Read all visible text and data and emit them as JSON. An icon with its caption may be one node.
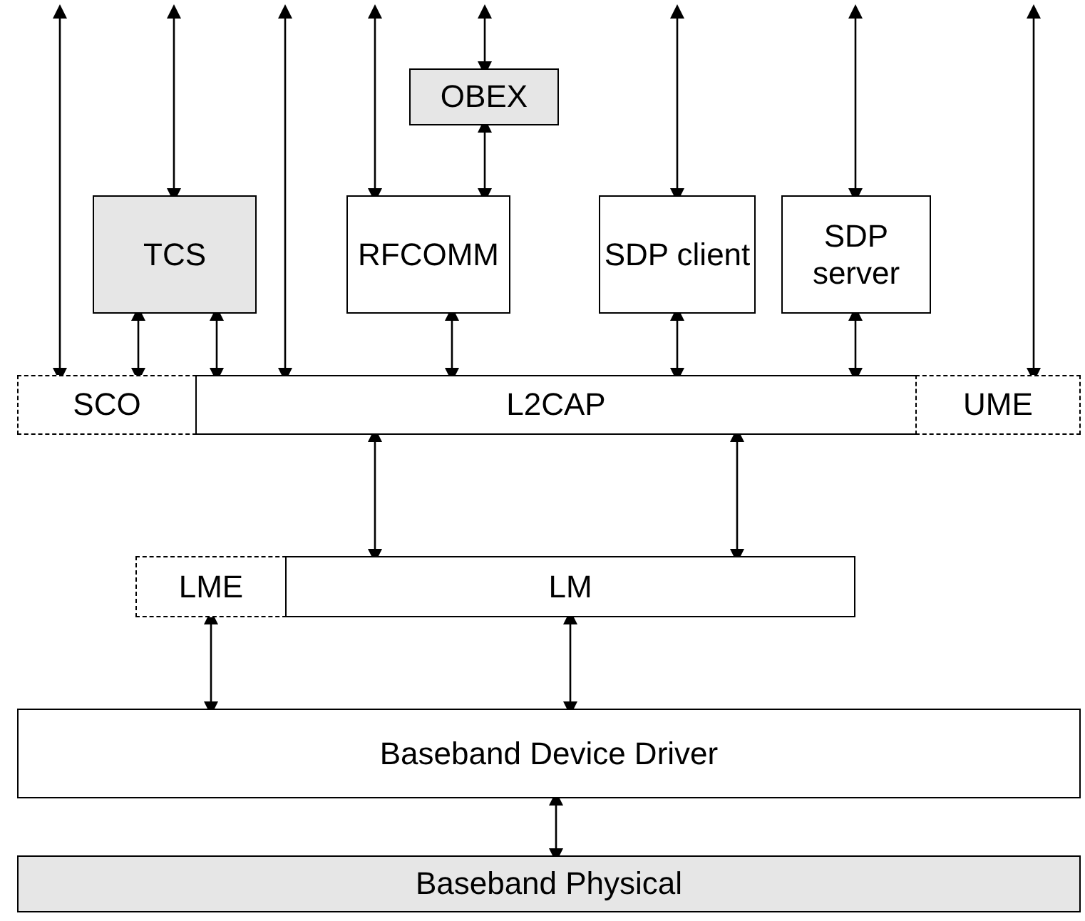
{
  "diagram": {
    "nodes": [
      {
        "text": [
          "OBEX"
        ]
      },
      {
        "text": [
          "TCS"
        ]
      },
      {
        "text": [
          "RFCOMM"
        ]
      },
      {
        "text": [
          "SDP client"
        ]
      },
      {
        "text": [
          "SDP server"
        ]
      },
      {
        "text": [
          "SCO"
        ]
      },
      {
        "text": [
          "L2CAP"
        ]
      },
      {
        "text": [
          "UME"
        ]
      },
      {
        "text": [
          "LME"
        ]
      },
      {
        "text": [
          "LM"
        ]
      },
      {
        "text": [
          "Baseband Device Driver"
        ]
      },
      {
        "text": [
          "Baseband Physical"
        ]
      }
    ],
    "edges": [
      {
        "from": null,
        "to": 5,
        "arrow": "both"
      },
      {
        "from": null,
        "to": 1,
        "arrow": "both"
      },
      {
        "from": 1,
        "to": 5,
        "arrow": "both"
      },
      {
        "from": 1,
        "to": 6,
        "arrow": "both"
      },
      {
        "from": null,
        "to": 6,
        "arrow": "both"
      },
      {
        "from": null,
        "to": 2,
        "arrow": "both"
      },
      {
        "from": null,
        "to": 0,
        "arrow": "both"
      },
      {
        "from": 0,
        "to": 2,
        "arrow": "both"
      },
      {
        "from": 2,
        "to": 6,
        "arrow": "both"
      },
      {
        "from": null,
        "to": 3,
        "arrow": "both"
      },
      {
        "from": 3,
        "to": 6,
        "arrow": "both"
      },
      {
        "from": null,
        "to": 4,
        "arrow": "both"
      },
      {
        "from": 4,
        "to": 6,
        "arrow": "both"
      },
      {
        "from": null,
        "to": 7,
        "arrow": "both"
      },
      {
        "from": 6,
        "to": 9,
        "arrow": "both"
      },
      {
        "from": 6,
        "to": 9,
        "arrow": "both"
      },
      {
        "from": 8,
        "to": 10,
        "arrow": "both"
      },
      {
        "from": 9,
        "to": 10,
        "arrow": "both"
      },
      {
        "from": 10,
        "to": 11,
        "arrow": "both"
      }
    ]
  }
}
